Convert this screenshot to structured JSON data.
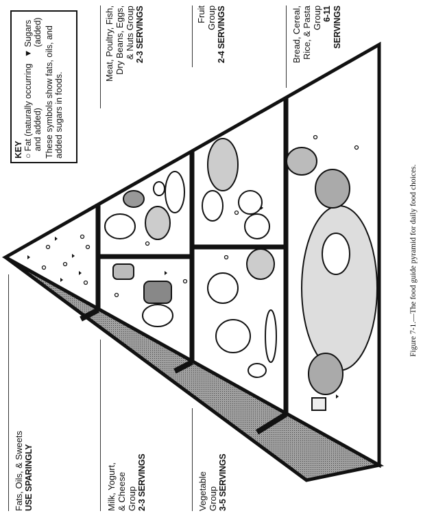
{
  "labels": {
    "fats": {
      "line1": "Fats, Oils, & Sweets",
      "line2": "USE SPARINGLY"
    },
    "milk": {
      "line1": "Milk, Yogurt,",
      "line2": "& Cheese",
      "line3": "Group",
      "line4": "2-3 SERVINGS"
    },
    "vegetable": {
      "line1": "Vegetable",
      "line2": "Group",
      "line3": "3-5 SERVINGS"
    },
    "meat": {
      "line1": "Meat, Poultry, Fish,",
      "line2": "Dry Beans, Eggs,",
      "line3": "& Nuts Group",
      "line4": "2-3 SERVINGS"
    },
    "fruit": {
      "line1": "Fruit",
      "line2": "Group",
      "line3": "2-4 SERVINGS"
    },
    "bread": {
      "line1": "Bread, Cereal,",
      "line2": "Rice, & Pasta",
      "line3": "Group",
      "line4": "6-11",
      "line5": "SERVINGS"
    }
  },
  "key": {
    "title": "KEY",
    "fat_symbol": "○",
    "fat_label": "Fat (naturally occurring and added)",
    "sugar_symbol": "▼",
    "sugar_label": "Sugars (added)",
    "note": "These symbols show fats, oils, and added sugars in foods."
  },
  "caption": "Figure 7-1.—The food guide pyramid for daily food choices.",
  "colors": {
    "ink": "#111111",
    "shade": "#8a8a8a"
  }
}
